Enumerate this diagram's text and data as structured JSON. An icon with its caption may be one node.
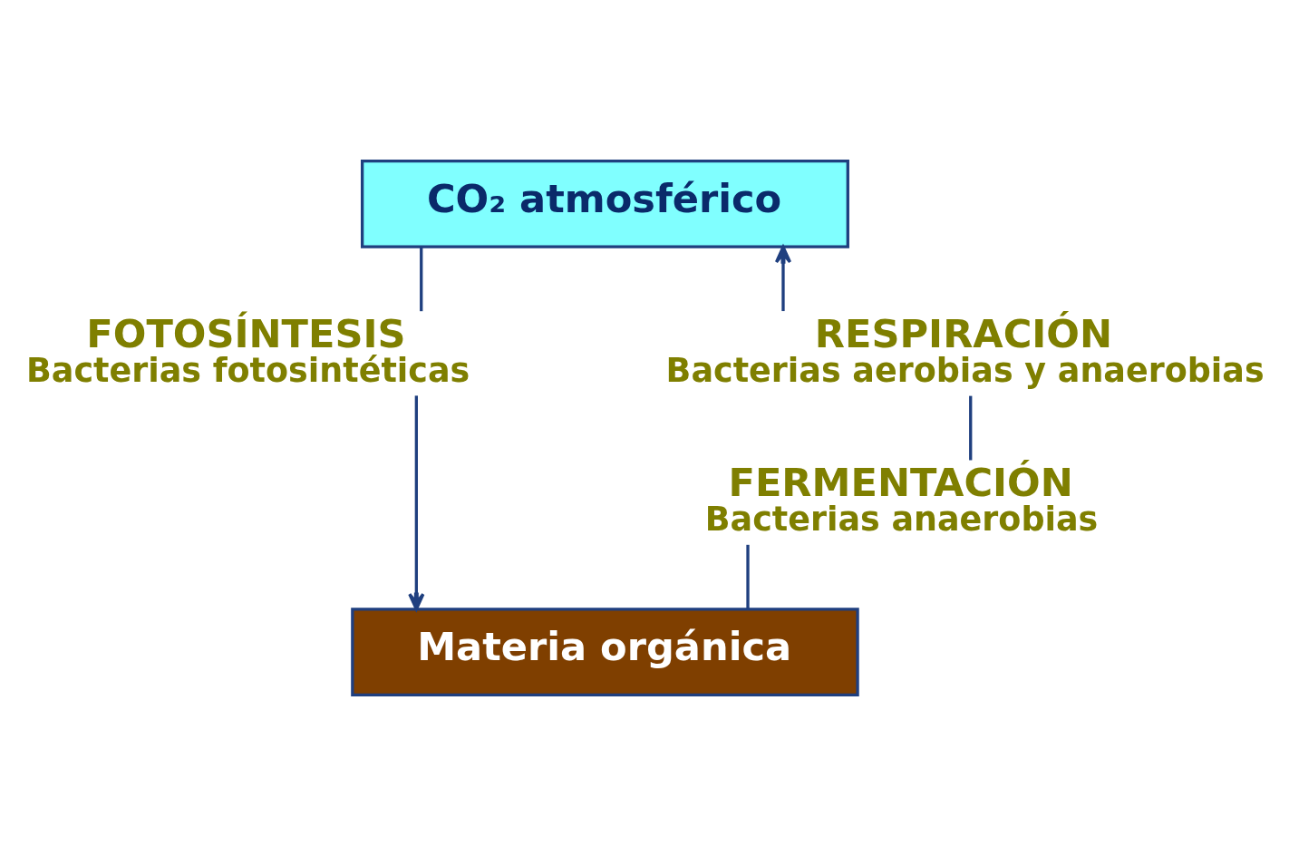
{
  "diagram": {
    "nodes": [
      {
        "text": [
          "CO₂ atmosférico"
        ]
      },
      {
        "text": [
          "Materia orgánica"
        ]
      },
      {
        "text": [
          "FOTOSÍNTESIS",
          "Bacterias fotosintéticas"
        ]
      },
      {
        "text": [
          "RESPIRACIÓN",
          "Bacterias aerobias y anaerobias"
        ]
      },
      {
        "text": [
          "FERMENTACIÓN",
          "Bacterias anaerobias"
        ]
      }
    ],
    "edges": [
      {
        "from": 0,
        "to": 2,
        "arrow": "none"
      },
      {
        "from": 2,
        "to": 1,
        "arrow": "to"
      },
      {
        "from": 1,
        "to": 4,
        "arrow": "none"
      },
      {
        "from": 4,
        "to": 3,
        "arrow": "none"
      },
      {
        "from": 3,
        "to": 0,
        "arrow": "to"
      }
    ]
  }
}
